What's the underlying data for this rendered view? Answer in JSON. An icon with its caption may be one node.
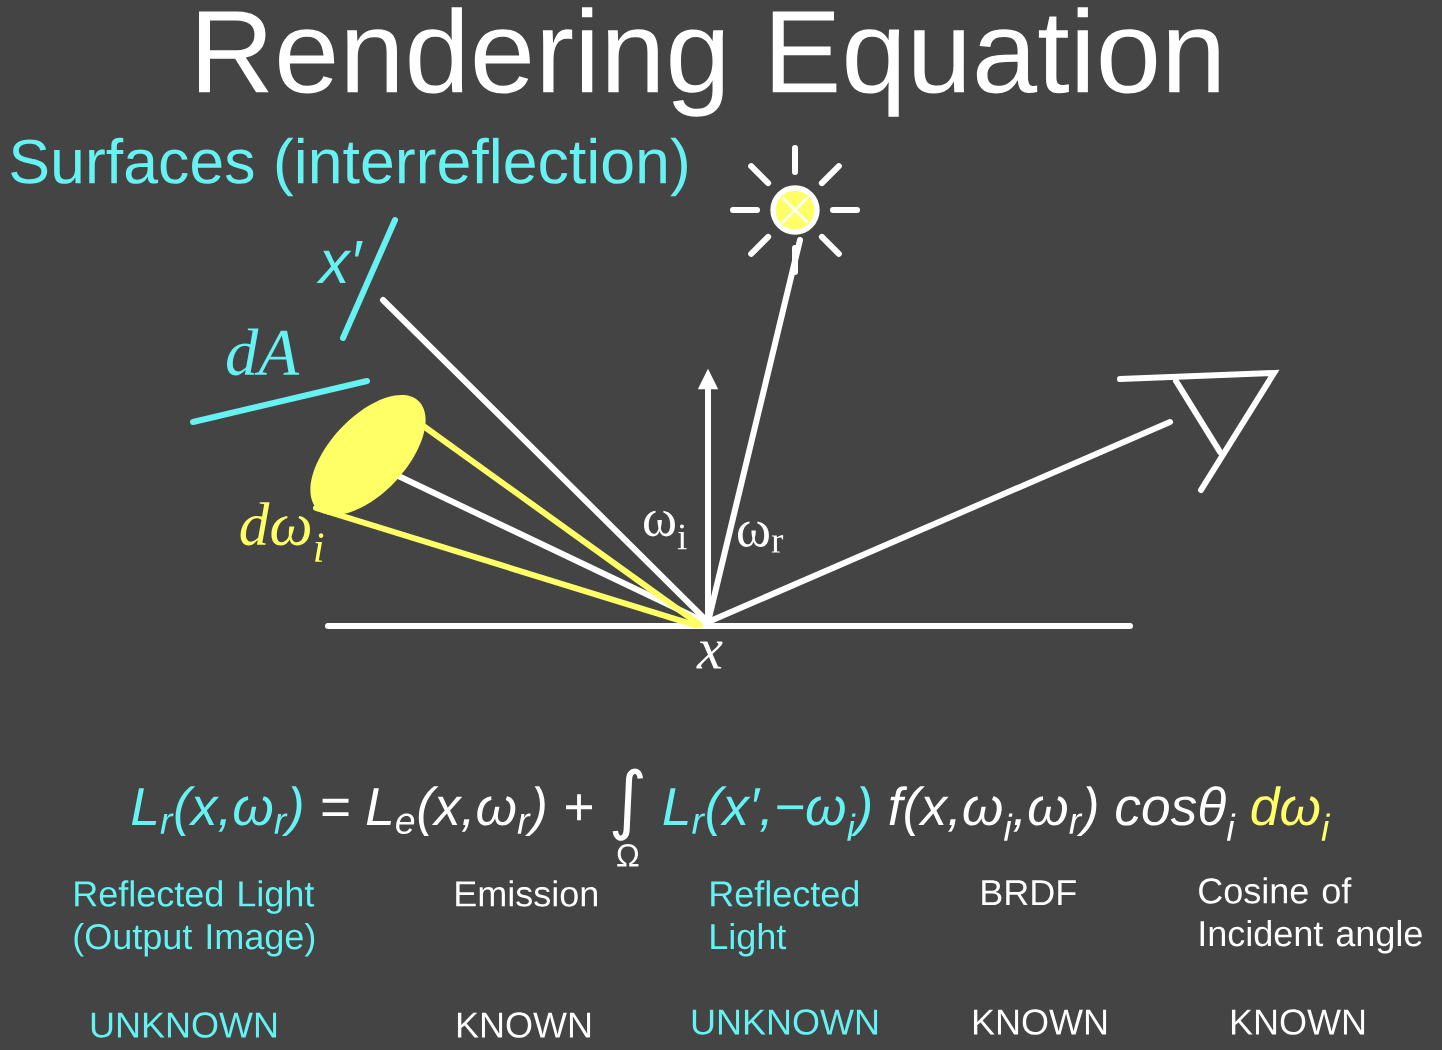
{
  "diagram": {
    "title": "Rendering Equation",
    "labels": [
      "Surfaces (interreflection)",
      "x′",
      "dA",
      "dω$_{i}$",
      "ω$_{i}$",
      "ω$_{r}$",
      "x",
      "L$_{r}$(x,ω$_{r}$)",
      "= L$_{e}$(x,ω$_{r}$) +",
      "∫",
      "Ω",
      "L$_{r}$(x′,−ω$_{i}$)",
      "f(x,ω$_{i}$,ω$_{r}$) cosθ$_{i}$",
      "dω$_{i}$",
      "Reflected Light (Output Image)",
      "Emission",
      "Reflected Light",
      "BRDF",
      "Cosine of Incident angle",
      "UNKNOWN",
      "KNOWN",
      "UNKNOWN",
      "KNOWN",
      "KNOWN"
    ]
  }
}
